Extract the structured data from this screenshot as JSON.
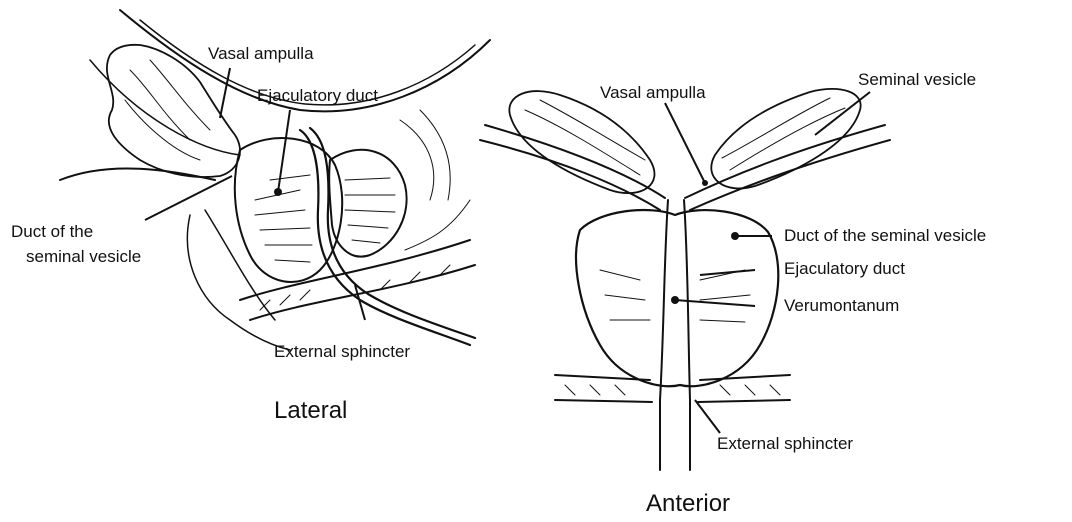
{
  "lateral": {
    "caption": "Lateral",
    "labels": {
      "vasal_ampulla": "Vasal ampulla",
      "ejaculatory_duct": "Ejaculatory duct",
      "duct_seminal_vesicle_line1": "Duct of the",
      "duct_seminal_vesicle_line2": "seminal vesicle",
      "external_sphincter": "External sphincter"
    }
  },
  "anterior": {
    "caption": "Anterior",
    "labels": {
      "vasal_ampulla": "Vasal ampulla",
      "seminal_vesicle": "Seminal vesicle",
      "duct_seminal_vesicle": "Duct of the seminal vesicle",
      "ejaculatory_duct": "Ejaculatory duct",
      "verumontanum": "Verumontanum",
      "external_sphincter": "External sphincter"
    }
  }
}
